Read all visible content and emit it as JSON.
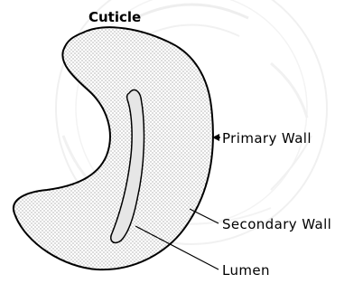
{
  "labels": {
    "cuticle": "Cuticle",
    "primary_wall": "Primary Wall",
    "secondary_wall": "Secondary Wall",
    "lumen": "Lumen"
  },
  "colors": {
    "outline": "#000000",
    "stipple": "#555555",
    "lumen_fill": "#e6e6e6",
    "background": "#ffffff",
    "watermark": "#cfcfcf"
  },
  "watermark": {
    "description": "university-seal"
  }
}
